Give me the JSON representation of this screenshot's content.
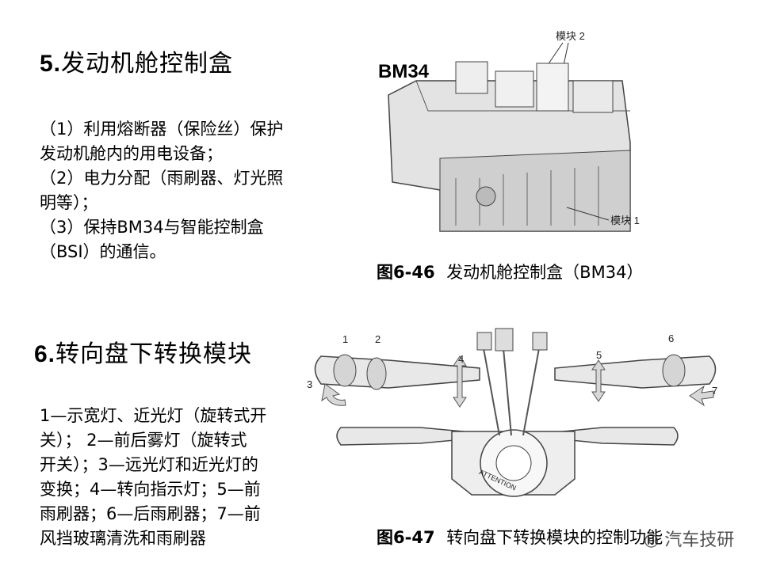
{
  "section5": {
    "num": "5.",
    "title": "发动机舱控制盒",
    "lines": [
      "（1）利用熔断器（保险丝）保护",
      "发动机舱内的用电设备；",
      "（2）电力分配（雨刷器、灯光照",
      "明等）；",
      "（3）保持BM34与智能控制盒",
      "（BSI）的通信。"
    ],
    "figure": {
      "label": "BM34",
      "module2": "模块 2",
      "module1": "模块 1",
      "caption_num": "图6-46",
      "caption_text": "发动机舱控制盒（BM34）"
    }
  },
  "section6": {
    "num": "6.",
    "title": "转向盘下转换模块",
    "lines": [
      "1—示宽灯、近光灯（旋转式开",
      "关）； 2—前后雾灯（旋转式",
      "开关）；3—远光灯和近光灯的",
      "变换；4—转向指示灯；5—前",
      "雨刷器；6—后雨刷器；7—前",
      "风挡玻璃清洗和雨刷器"
    ],
    "figure": {
      "numbers": [
        "1",
        "2",
        "3",
        "4",
        "5",
        "6",
        "7"
      ],
      "attention": "ATTENTION",
      "caption_num": "图6-47",
      "caption_text": "转向盘下转换模块的控制功能"
    }
  },
  "watermark": "汽车技研"
}
